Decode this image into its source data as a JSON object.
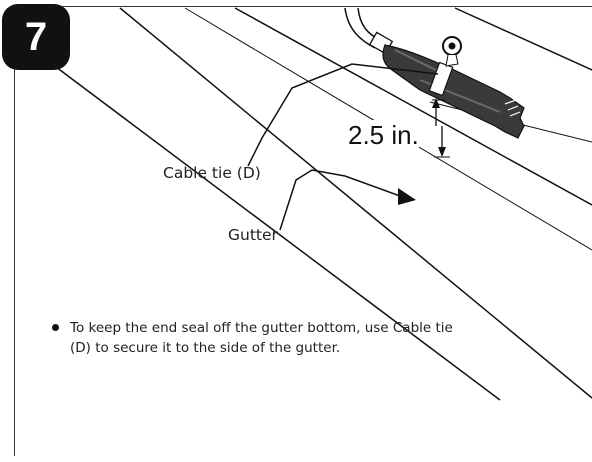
{
  "step": {
    "number": "7"
  },
  "labels": {
    "cable_tie": "Cable tie (D)",
    "gutter": "Gutter",
    "measurement": "2.5 in."
  },
  "instructions": [
    "To keep the end seal off the gutter bottom, use Cable tie (D) to secure it to the side of the gutter."
  ],
  "colors": {
    "line": "#111111",
    "badge": "#111111",
    "hose": "#3a3a3a"
  },
  "icons": {
    "bullet": "bullet-dot-icon"
  }
}
